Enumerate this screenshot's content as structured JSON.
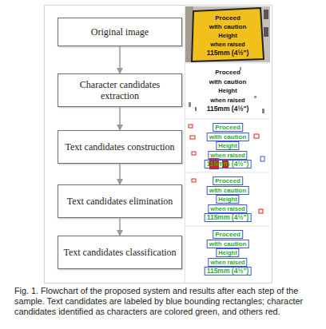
{
  "diagram": {
    "caption": "Fig. 1. Flowchart of the proposed system and results after each step of the sample. Text candidates are labeled by blue bounding rectangles; character candidates identified as characters are colored green, and others red.",
    "nodes": [
      {
        "text": [
          "Original image"
        ]
      },
      {
        "text": [
          "Character candidates extraction"
        ]
      },
      {
        "text": [
          "Text candidates construction"
        ]
      },
      {
        "text": [
          "Text candidates elimination"
        ]
      },
      {
        "text": [
          "Text candidates classification"
        ]
      }
    ],
    "edges": [
      {
        "from": 0,
        "to": 1,
        "arrow": "to"
      },
      {
        "from": 1,
        "to": 2,
        "arrow": "to"
      },
      {
        "from": 2,
        "to": 3,
        "arrow": "to"
      },
      {
        "from": 3,
        "to": 4,
        "arrow": "to"
      }
    ],
    "labels": [
      "Proceed",
      "with caution",
      "Height",
      "when raised",
      "115mm (4½\")",
      "Proceed",
      "with caution",
      "Height",
      "when raised",
      "115mm (4½\")",
      "Proceed",
      "with caution",
      "Height",
      "when raised",
      "115mm (4½\")",
      "Proceed",
      "with caution",
      "Height",
      "when raised",
      "115mm (4½\")",
      "Proceed",
      "with caution",
      "Height",
      "when raised",
      "115mm (4½\")"
    ]
  }
}
